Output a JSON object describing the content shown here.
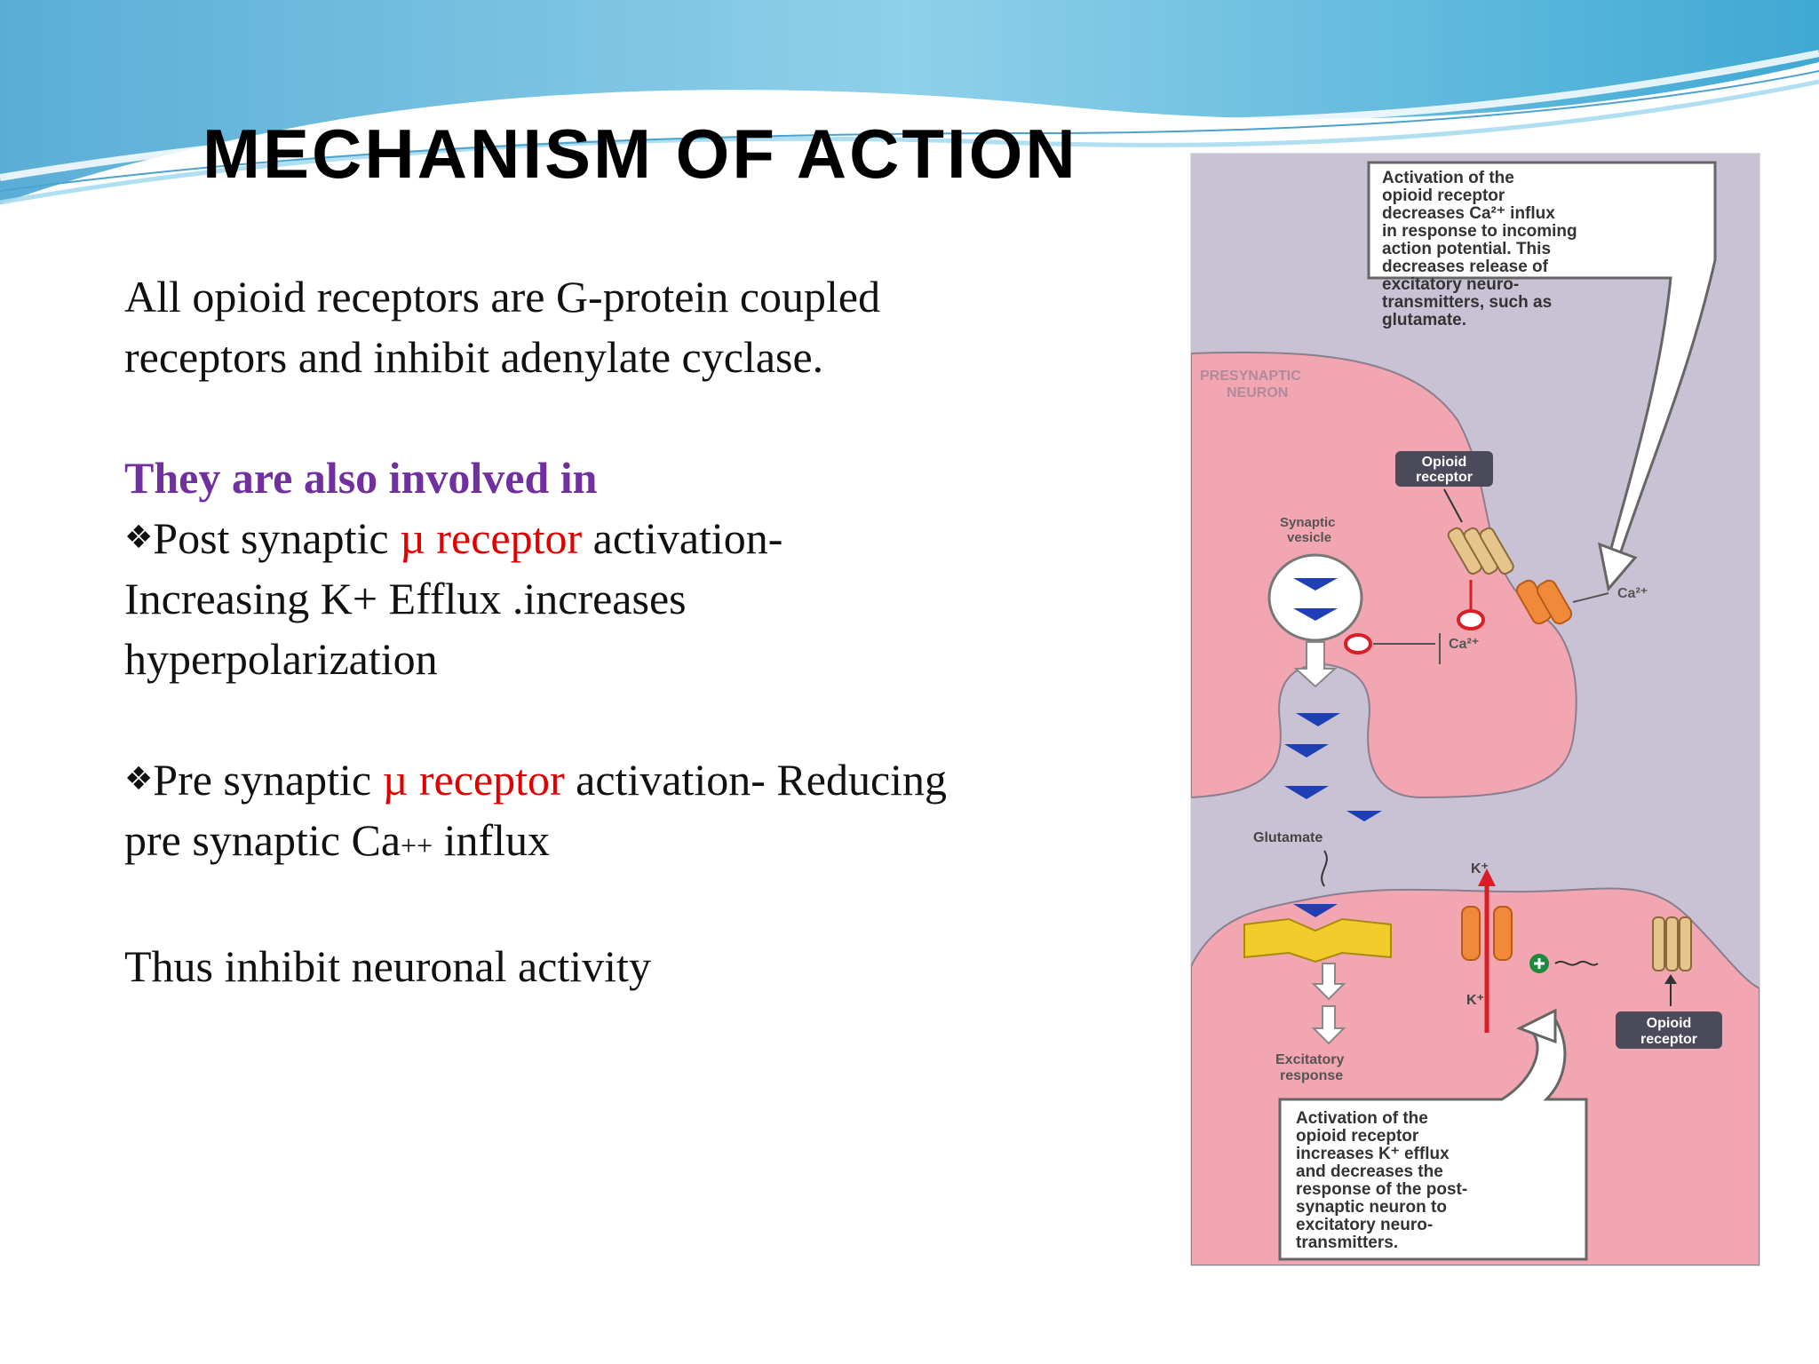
{
  "slide": {
    "title": "MECHANISM OF ACTION",
    "intro": {
      "line1": "All opioid receptors are G-protein coupled",
      "line2": "receptors and inhibit adenylate cyclase."
    },
    "subheading": "They are also involved in",
    "bullet_glyph": "❖",
    "bullet1": {
      "pre": "Post synaptic ",
      "highlight": "µ receptor",
      "post": " activation-",
      "line2": "Increasing K+ Efflux .increases",
      "line3": "hyperpolarization"
    },
    "bullet2": {
      "pre": "Pre synaptic ",
      "highlight": "µ receptor",
      "post": " activation- Reducing",
      "line2a": "pre synaptic Ca",
      "line2sup": "++",
      "line2b": " influx"
    },
    "conclusion": "Thus inhibit neuronal activity"
  },
  "figure": {
    "callout_top": [
      "Activation of the",
      "opioid receptor",
      "decreases Ca²⁺ influx",
      "in response to incoming",
      "action potential. This",
      "decreases release of",
      "excitatory neuro-",
      "transmitters, such as",
      "glutamate."
    ],
    "presynaptic_label": [
      "PRESYNAPTIC",
      "NEURON"
    ],
    "opioid_receptor_label_top": [
      "Opioid",
      "receptor"
    ],
    "synaptic_vesicle_label": [
      "Synaptic",
      "vesicle"
    ],
    "ca_label_right": "Ca²⁺",
    "ca_label_inner": "Ca²⁺",
    "glutamate_label": "Glutamate",
    "k_label_top": "K⁺",
    "k_label_bottom": "K⁺",
    "excitatory_response_label": [
      "Excitatory",
      "response"
    ],
    "opioid_receptor_label_bottom": [
      "Opioid",
      "receptor"
    ],
    "callout_bottom": [
      "Activation of the",
      "opioid receptor",
      "increases K⁺ efflux",
      "and decreases the",
      "response of the post-",
      "synaptic neuron to",
      "excitatory neuro-",
      "transmitters."
    ],
    "colors": {
      "background": "#c9c2d4",
      "neuron": "#f2a6b2",
      "arrow_blue": "#1f3fb5",
      "receptor_yellow": "#f2cc2a",
      "channel_orange": "#f08a3a",
      "inhibit_red": "#d81f26",
      "activate_green": "#1e8a3e"
    }
  }
}
